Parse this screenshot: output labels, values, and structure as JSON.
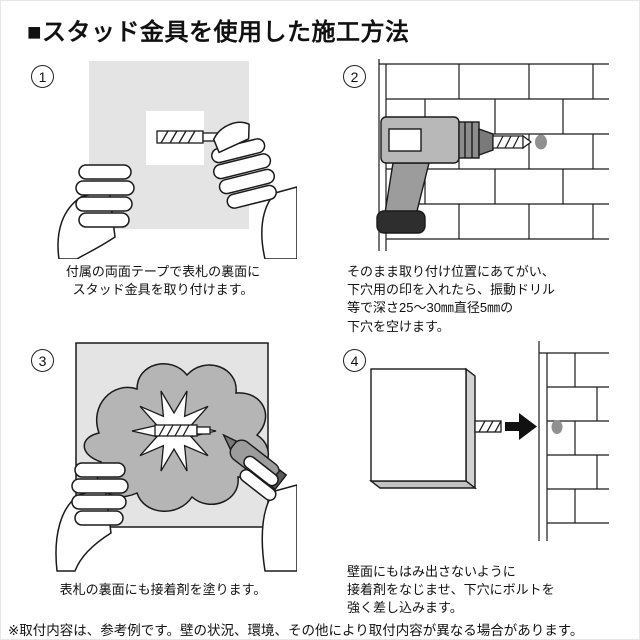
{
  "page": {
    "title": "■スタッド金具を使用した施工方法",
    "footnote": "※取付内容は、参考例です。壁の状況、環境、その他により取付内容が異なる場合があります。"
  },
  "steps": [
    {
      "number": "1",
      "caption": "付属の両面テープで表札の裏面に\nスタッド金具を取り付けます。"
    },
    {
      "number": "2",
      "caption": "そのまま取り付け位置にあてがい、\n下穴用の印を入れたら、振動ドリル\n等で深さ25〜30㎜直径5㎜の\n下穴を空けます。"
    },
    {
      "number": "3",
      "caption": "表札の裏面にも接着剤を塗ります。"
    },
    {
      "number": "4",
      "caption": "壁面にもはみ出さないように\n接着剤をなじませ、下穴にボルトを\n強く差し込みます。"
    }
  ],
  "colors": {
    "line": "#1a1a1a",
    "plate_gray": "#e4e4e4",
    "adhesive_gray": "#b5b5b5",
    "hole_gray": "#909090",
    "arrow_black": "#111111"
  }
}
